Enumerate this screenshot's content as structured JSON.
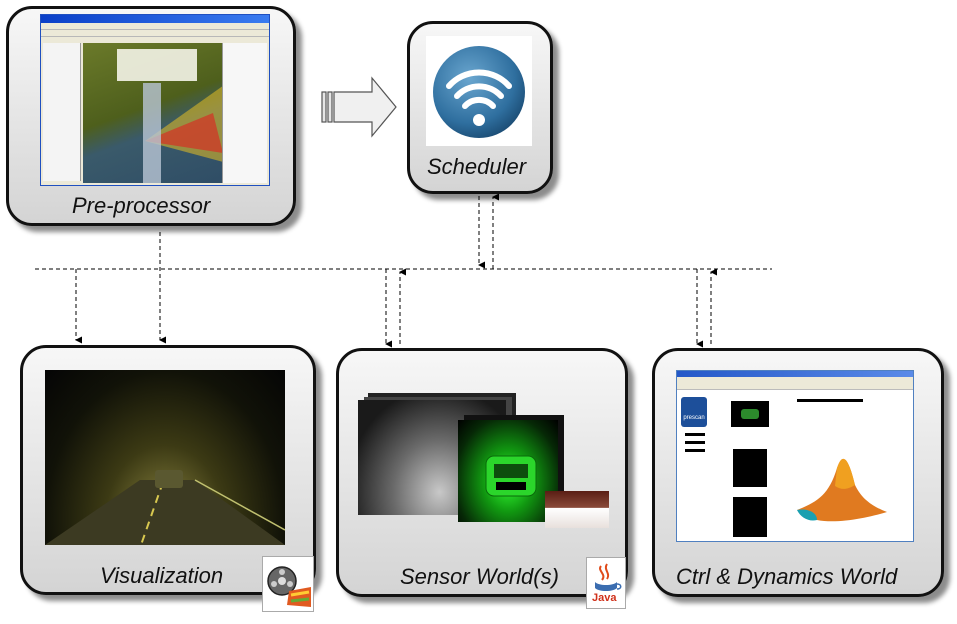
{
  "boxes": {
    "preprocessor": {
      "label": "Pre-processor"
    },
    "scheduler": {
      "label": "Scheduler"
    },
    "visualization": {
      "label": "Visualization"
    },
    "sensor": {
      "label": "Sensor World(s)"
    },
    "ctrl": {
      "label": "Ctrl & Dynamics World"
    }
  },
  "icons": {
    "scheduler": "wireless-signal-icon",
    "visualization": "film-reel-icon",
    "sensor": "java-icon",
    "ctrl": "matlab-membrane-icon",
    "arrow": "right-arrow-icon"
  },
  "logos": {
    "java": "Java",
    "prescan": "prescan"
  },
  "colors": {
    "wifi_blue": "#2f6f9f",
    "box_border": "#111111",
    "green_sensor": "#22dd22"
  }
}
